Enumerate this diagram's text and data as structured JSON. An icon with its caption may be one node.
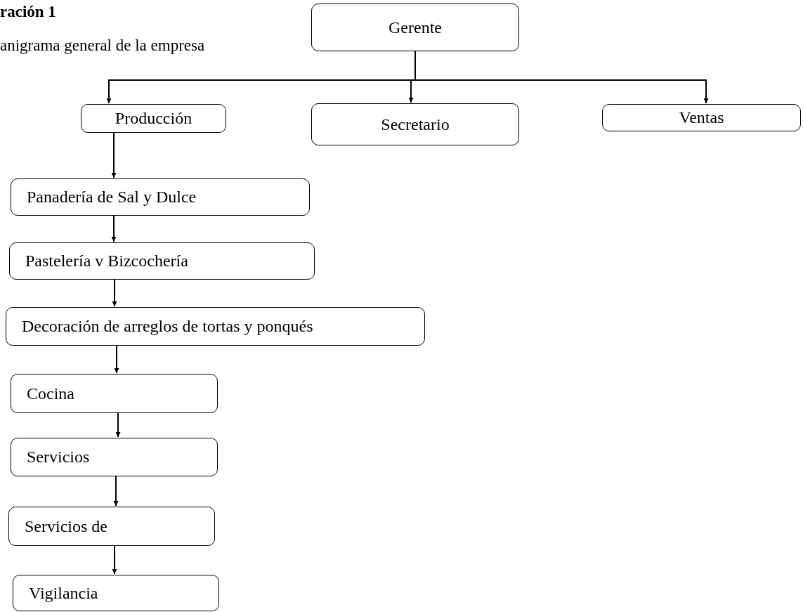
{
  "diagram": {
    "title": "ración 1",
    "nodes": [
      {
        "text": [
          "Gerente"
        ]
      },
      {
        "text": [
          "Producción"
        ]
      },
      {
        "text": [
          "Secretario"
        ]
      },
      {
        "text": [
          "Ventas"
        ]
      },
      {
        "text": [
          "Panadería de Sal y Dulce"
        ]
      },
      {
        "text": [
          "Pastelería v Bizcochería"
        ]
      },
      {
        "text": [
          "Decoración de arreglos de tortas y ponqués"
        ]
      },
      {
        "text": [
          "Cocina"
        ]
      },
      {
        "text": [
          "Servicios"
        ]
      },
      {
        "text": [
          "Servicios de"
        ]
      },
      {
        "text": [
          "Vigilancia"
        ]
      }
    ],
    "edges": [
      {
        "from": 0,
        "to": 1,
        "arrow": "to"
      },
      {
        "from": 0,
        "to": 2,
        "arrow": "to"
      },
      {
        "from": 0,
        "to": 3,
        "arrow": "to"
      },
      {
        "from": 1,
        "to": 4,
        "arrow": "to"
      },
      {
        "from": 4,
        "to": 5,
        "arrow": "to"
      },
      {
        "from": 5,
        "to": 6,
        "arrow": "to"
      },
      {
        "from": 6,
        "to": 7,
        "arrow": "to"
      },
      {
        "from": 7,
        "to": 8,
        "arrow": "to"
      },
      {
        "from": 8,
        "to": 9,
        "arrow": "to"
      },
      {
        "from": 9,
        "to": 10,
        "arrow": "to"
      }
    ],
    "labels": [
      "anigrama general de la empresa"
    ]
  }
}
